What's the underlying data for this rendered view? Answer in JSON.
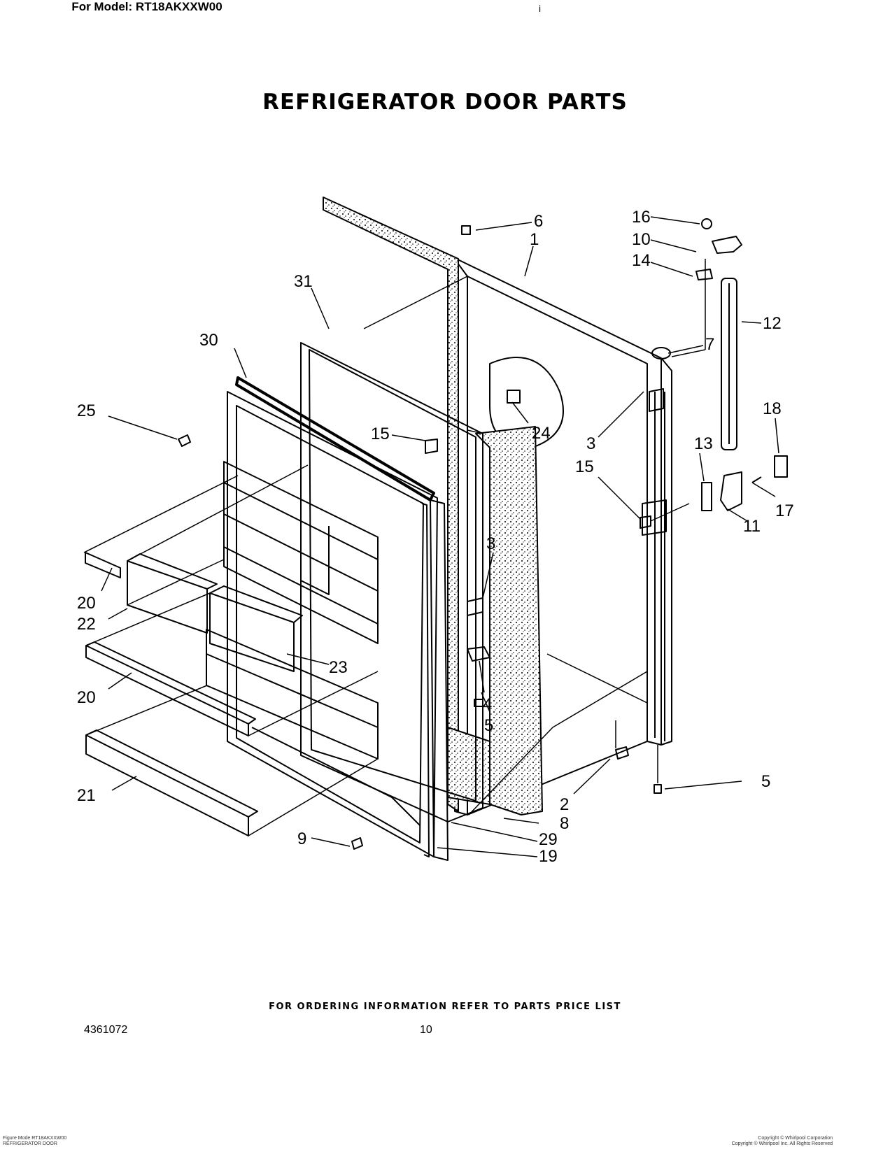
{
  "header": {
    "title": "REFRIGERATOR DOOR PARTS",
    "model_line": "For Model: RT18AKXXW00"
  },
  "top_mark": "i",
  "callouts": [
    {
      "id": "6",
      "label": "6"
    },
    {
      "id": "1",
      "label": "1"
    },
    {
      "id": "16",
      "label": "16"
    },
    {
      "id": "10",
      "label": "10"
    },
    {
      "id": "14",
      "label": "14"
    },
    {
      "id": "12",
      "label": "12"
    },
    {
      "id": "7",
      "label": "7"
    },
    {
      "id": "31",
      "label": "31"
    },
    {
      "id": "30",
      "label": "30"
    },
    {
      "id": "25",
      "label": "25"
    },
    {
      "id": "24",
      "label": "24"
    },
    {
      "id": "15a",
      "label": "15"
    },
    {
      "id": "3a",
      "label": "3"
    },
    {
      "id": "15b",
      "label": "15"
    },
    {
      "id": "18",
      "label": "18"
    },
    {
      "id": "13",
      "label": "13"
    },
    {
      "id": "17",
      "label": "17"
    },
    {
      "id": "11",
      "label": "11"
    },
    {
      "id": "20a",
      "label": "20"
    },
    {
      "id": "22",
      "label": "22"
    },
    {
      "id": "3b",
      "label": "3"
    },
    {
      "id": "23",
      "label": "23"
    },
    {
      "id": "4",
      "label": "4"
    },
    {
      "id": "5a",
      "label": "5"
    },
    {
      "id": "20b",
      "label": "20"
    },
    {
      "id": "5b",
      "label": "5"
    },
    {
      "id": "2",
      "label": "2"
    },
    {
      "id": "21",
      "label": "21"
    },
    {
      "id": "8",
      "label": "8"
    },
    {
      "id": "9",
      "label": "9"
    },
    {
      "id": "29",
      "label": "29"
    },
    {
      "id": "19",
      "label": "19"
    }
  ],
  "footer": {
    "note": "FOR ORDERING INFORMATION REFER TO PARTS PRICE LIST",
    "doc_number": "4361072",
    "page_number": "10",
    "bottom_left": "Figure Mode RT18AKXXW00\nREFRIGERATOR DOOR",
    "bottom_right": "Copyright © Whirlpool Corporation\nCopyright © Whirlpool Inc. All Rights Reserved"
  }
}
